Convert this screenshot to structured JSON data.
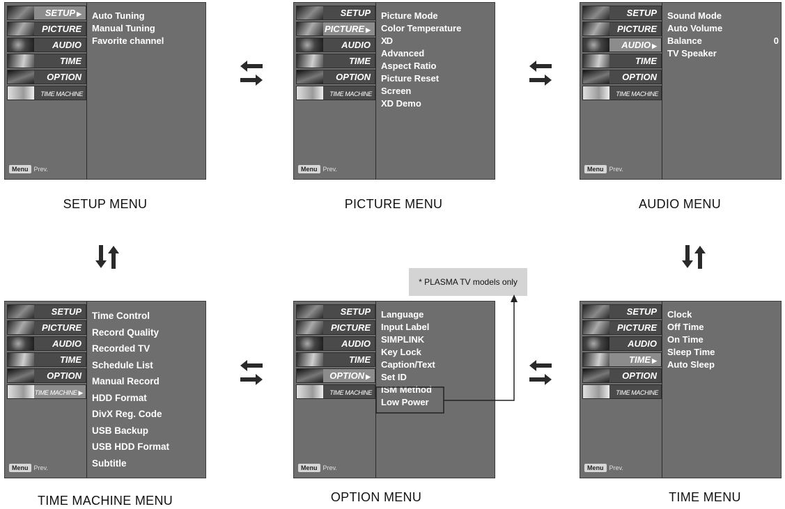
{
  "colors": {
    "panel_bg": "#6e6e6e",
    "sidebar_item": "#4a4a4a",
    "sidebar_active": "#8c8c8c",
    "note_bg": "#d4d4d4"
  },
  "sidebar_labels": [
    "SETUP",
    "PICTURE",
    "AUDIO",
    "TIME",
    "OPTION",
    "TIME MACHINE"
  ],
  "menu_key": "Menu",
  "prev_label": "Prev.",
  "panels": {
    "setup": {
      "caption": "SETUP MENU",
      "active": "SETUP",
      "items": [
        "Auto Tuning",
        "Manual Tuning",
        "Favorite channel"
      ]
    },
    "picture": {
      "caption": "PICTURE MENU",
      "active": "PICTURE",
      "items": [
        "Picture Mode",
        "Color Temperature",
        "XD",
        "Advanced",
        "Aspect Ratio",
        "Picture Reset",
        "Screen",
        "XD Demo"
      ]
    },
    "audio": {
      "caption": "AUDIO MENU",
      "active": "AUDIO",
      "items": [
        "Sound Mode",
        "Auto Volume",
        "Balance",
        "TV Speaker"
      ],
      "balance_value": "0"
    },
    "time_machine": {
      "caption": "TIME MACHINE MENU",
      "active": "TIME MACHINE",
      "items": [
        "Time Control",
        "Record Quality",
        "Recorded TV",
        "Schedule List",
        "Manual Record",
        "HDD Format",
        "DivX Reg. Code",
        "USB Backup",
        "USB HDD Format",
        "Subtitle"
      ]
    },
    "option": {
      "caption": "OPTION MENU",
      "active": "OPTION",
      "items": [
        "Language",
        "Input Label",
        "SIMPLINK",
        "Key Lock",
        "Caption/Text",
        "Set ID",
        "ISM Method",
        "Low Power"
      ],
      "note": "* PLASMA TV models only"
    },
    "time": {
      "caption": "TIME MENU",
      "active": "TIME",
      "items": [
        "Clock",
        "Off Time",
        "On Time",
        "Sleep Time",
        "Auto Sleep"
      ]
    }
  }
}
